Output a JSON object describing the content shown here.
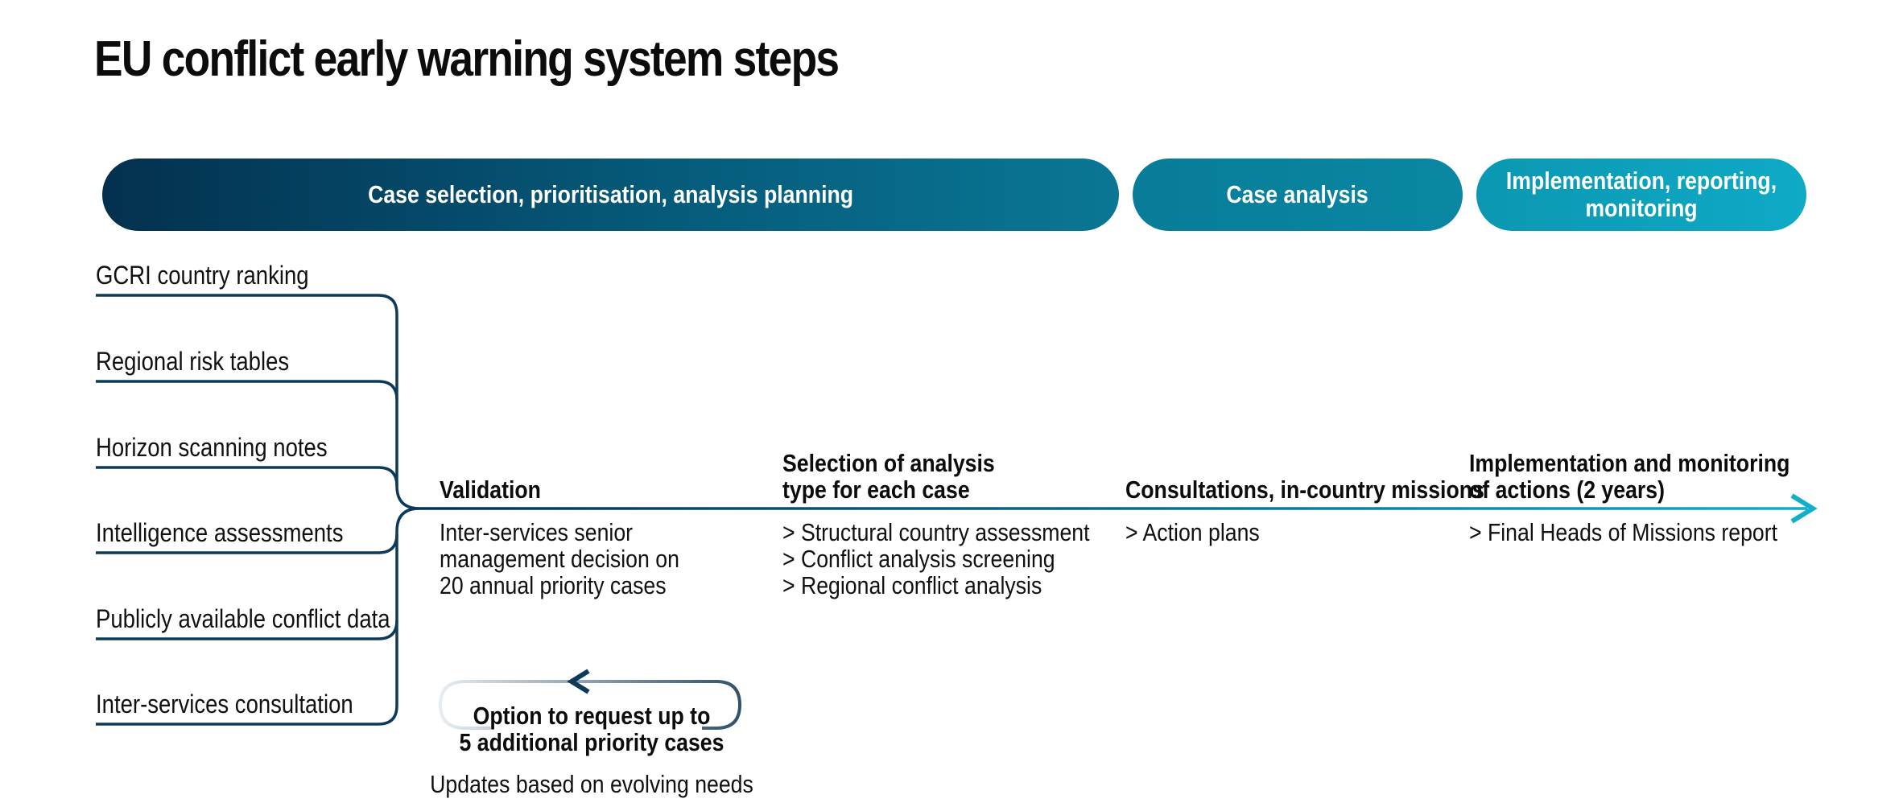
{
  "title": "EU conflict early warning system steps",
  "phases": [
    {
      "label": "Case selection, prioritisation, analysis planning"
    },
    {
      "label": "Case analysis"
    },
    {
      "label": "Implementation, reporting, monitoring"
    }
  ],
  "inputs": [
    "GCRI country ranking",
    "Regional risk tables",
    "Horizon scanning notes",
    "Intelligence assessments",
    "Publicly available conflict data",
    "Inter-services consultation"
  ],
  "steps": [
    {
      "head": [
        "Validation"
      ],
      "body": [
        "Inter-services senior",
        "management decision on",
        "20 annual priority cases"
      ]
    },
    {
      "head": [
        "Selection of analysis",
        "type for each case"
      ],
      "body": [
        "> Structural country assessment",
        "> Conflict analysis screening",
        "> Regional conflict analysis"
      ]
    },
    {
      "head": [
        "Consultations, in-country missions"
      ],
      "body": [
        "> Action plans"
      ]
    },
    {
      "head": [
        "Implementation and monitoring",
        "of actions (2 years)"
      ],
      "body": [
        "> Final Heads of Missions report"
      ]
    }
  ],
  "option": {
    "text": [
      "Option to request up to",
      "5 additional priority cases"
    ],
    "updates": "Updates based on evolving needs"
  },
  "colors": {
    "dark": "#04304f",
    "mid": "#0a7795",
    "light": "#0eaac6"
  }
}
